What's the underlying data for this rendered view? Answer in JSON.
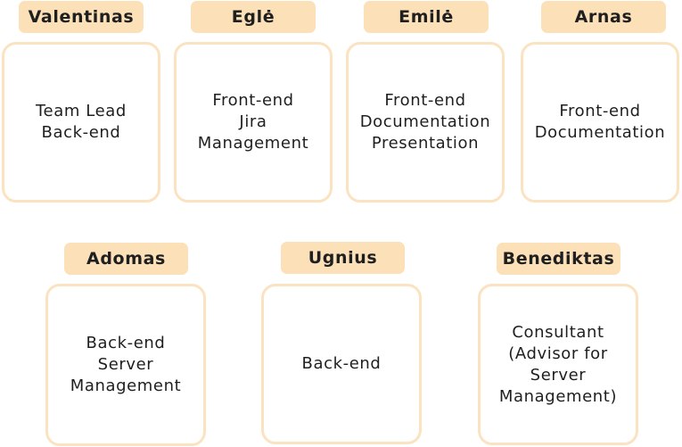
{
  "members": [
    {
      "name": "Valentinas",
      "roles": [
        "Team Lead",
        "Back-end"
      ]
    },
    {
      "name": "Eglė",
      "roles": [
        "Front-end",
        "Jira",
        "Management"
      ]
    },
    {
      "name": "Emilė",
      "roles": [
        "Front-end",
        "Documentation",
        "Presentation"
      ]
    },
    {
      "name": "Arnas",
      "roles": [
        "Front-end",
        "Documentation"
      ]
    },
    {
      "name": "Adomas",
      "roles": [
        "Back-end",
        "Server",
        "Management"
      ]
    },
    {
      "name": "Ugnius",
      "roles": [
        "Back-end"
      ]
    },
    {
      "name": "Benediktas",
      "roles": [
        "Consultant",
        "(Advisor for",
        "Server",
        "Management)"
      ]
    }
  ],
  "colors": {
    "tag_fill": "#fbe0b8",
    "card_border": "#fbe3c1",
    "text": "#1f1f1f"
  }
}
